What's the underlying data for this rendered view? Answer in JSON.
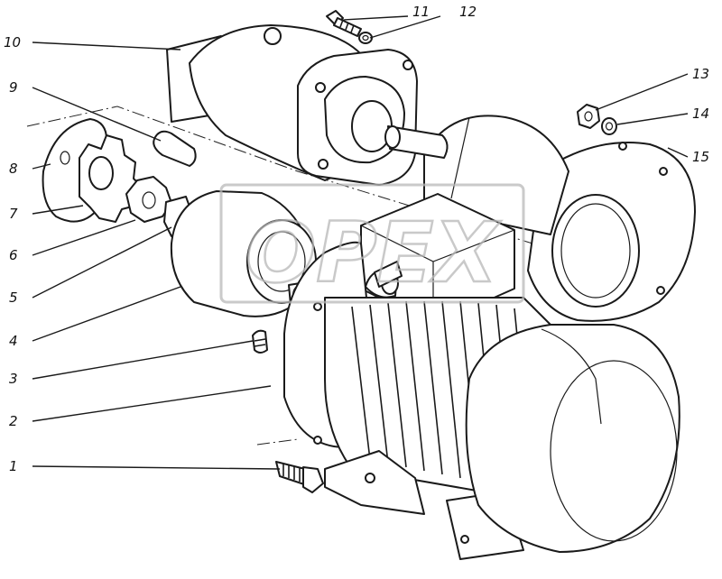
{
  "callouts": [
    {
      "number": "1",
      "part": "bolt"
    },
    {
      "number": "2",
      "part": "electric-motor"
    },
    {
      "number": "3",
      "part": "set-screw"
    },
    {
      "number": "4",
      "part": "pump-body"
    },
    {
      "number": "5",
      "part": "key"
    },
    {
      "number": "6",
      "part": "driven-gear"
    },
    {
      "number": "7",
      "part": "drive-gear"
    },
    {
      "number": "8",
      "part": "cover-gasket"
    },
    {
      "number": "9",
      "part": "axle-pin"
    },
    {
      "number": "10",
      "part": "pump-housing"
    },
    {
      "number": "11",
      "part": "housing-bolt"
    },
    {
      "number": "12",
      "part": "housing-washer"
    },
    {
      "number": "13",
      "part": "nut"
    },
    {
      "number": "14",
      "part": "washer"
    },
    {
      "number": "15",
      "part": "motor-flange"
    }
  ],
  "watermark": {
    "text": "OPEX",
    "color": "#b8b8b8"
  }
}
